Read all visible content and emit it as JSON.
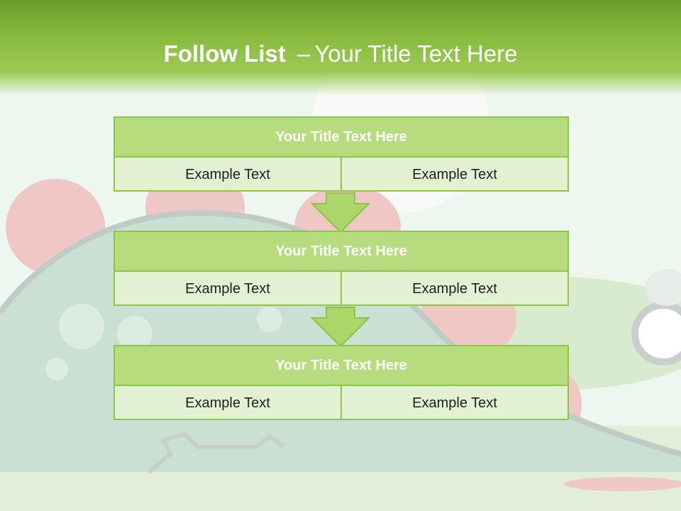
{
  "slide": {
    "title_bold": "Follow List",
    "title_separator": "–",
    "title_rest": "Your Title Text Here"
  },
  "blocks": [
    {
      "title": "Your Title Text Here",
      "left": "Example Text",
      "right": "Example Text"
    },
    {
      "title": "Your Title Text Here",
      "left": "Example Text",
      "right": "Example Text"
    },
    {
      "title": "Your Title Text Here",
      "left": "Example Text",
      "right": "Example Text"
    }
  ],
  "colors": {
    "header_green": "#86b83c",
    "block_header": "#b7dc7d",
    "block_border": "#8dc44a",
    "cell_background": "#e3f1d3",
    "arrow_fill": "#aad66a"
  },
  "icons": [
    "down-arrow-icon"
  ]
}
